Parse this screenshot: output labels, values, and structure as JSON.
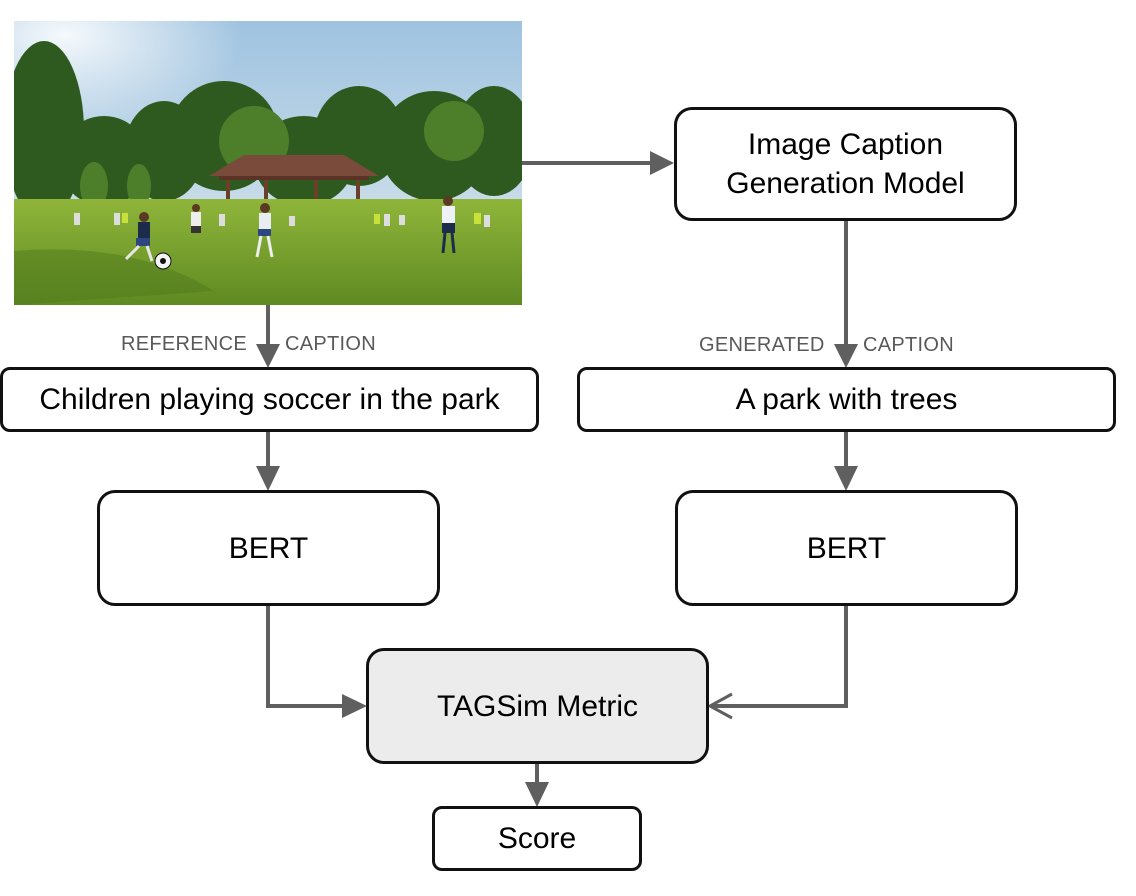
{
  "diagram": {
    "input_image": {
      "description": "Children playing soccer in a park with trees and a pavilion"
    },
    "nodes": {
      "caption_model": "Image Caption\nGeneration Model",
      "reference_caption": "Children playing soccer in the park",
      "generated_caption": "A park with trees",
      "bert_left": "BERT",
      "bert_right": "BERT",
      "metric": "TAGSim Metric",
      "score": "Score"
    },
    "edge_labels": {
      "reference_left": "REFERENCE",
      "reference_right": "CAPTION",
      "generated_left": "GENERATED",
      "generated_right": "CAPTION"
    },
    "colors": {
      "arrow": "#5f5f5f",
      "border": "#111111",
      "metric_fill": "#ececec",
      "label_text": "#595959"
    }
  }
}
